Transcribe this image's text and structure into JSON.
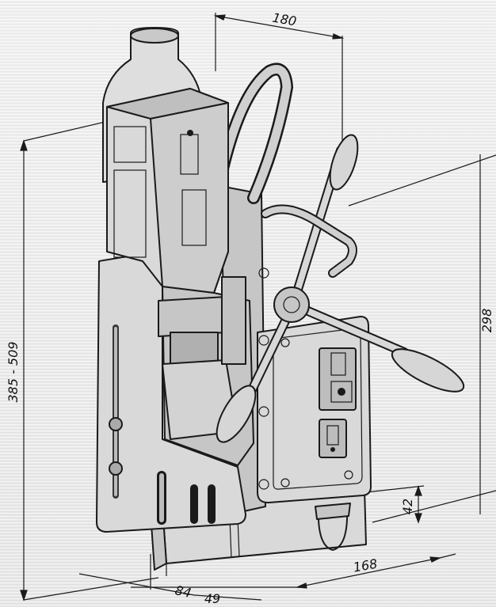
{
  "dimensions": {
    "top_width": "180",
    "height_range": "385 - 509",
    "reach": "298",
    "base_height": "42",
    "base_length": "168",
    "base_width_inner": "84",
    "base_offset": "49"
  },
  "colors": {
    "background": "#ececec",
    "ink": "#1a1a1a",
    "metal_light": "#d9d9d9",
    "metal_mid": "#c6c6c6",
    "switch_red": "#c8c8c8"
  }
}
